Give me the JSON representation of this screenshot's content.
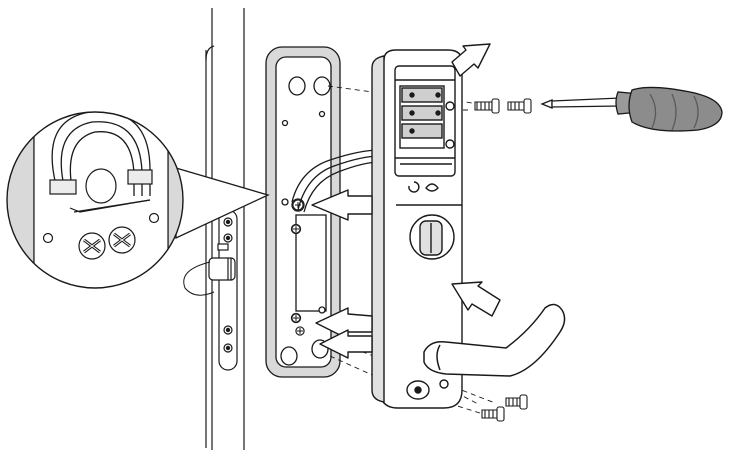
{
  "figure": {
    "kind": "exploded installation diagram",
    "parts": [
      "door-edge",
      "mounting-plate",
      "lock-body",
      "battery-compartment",
      "thumb-turn",
      "lever-handle",
      "screws",
      "screwdriver",
      "cable-loop",
      "magnified-callout"
    ],
    "direction_arrows": 5
  },
  "colors": {
    "line": "#1a1a1a",
    "shade": "#d6d6d6",
    "light_shade": "#ececec",
    "fill": "#ffffff"
  }
}
